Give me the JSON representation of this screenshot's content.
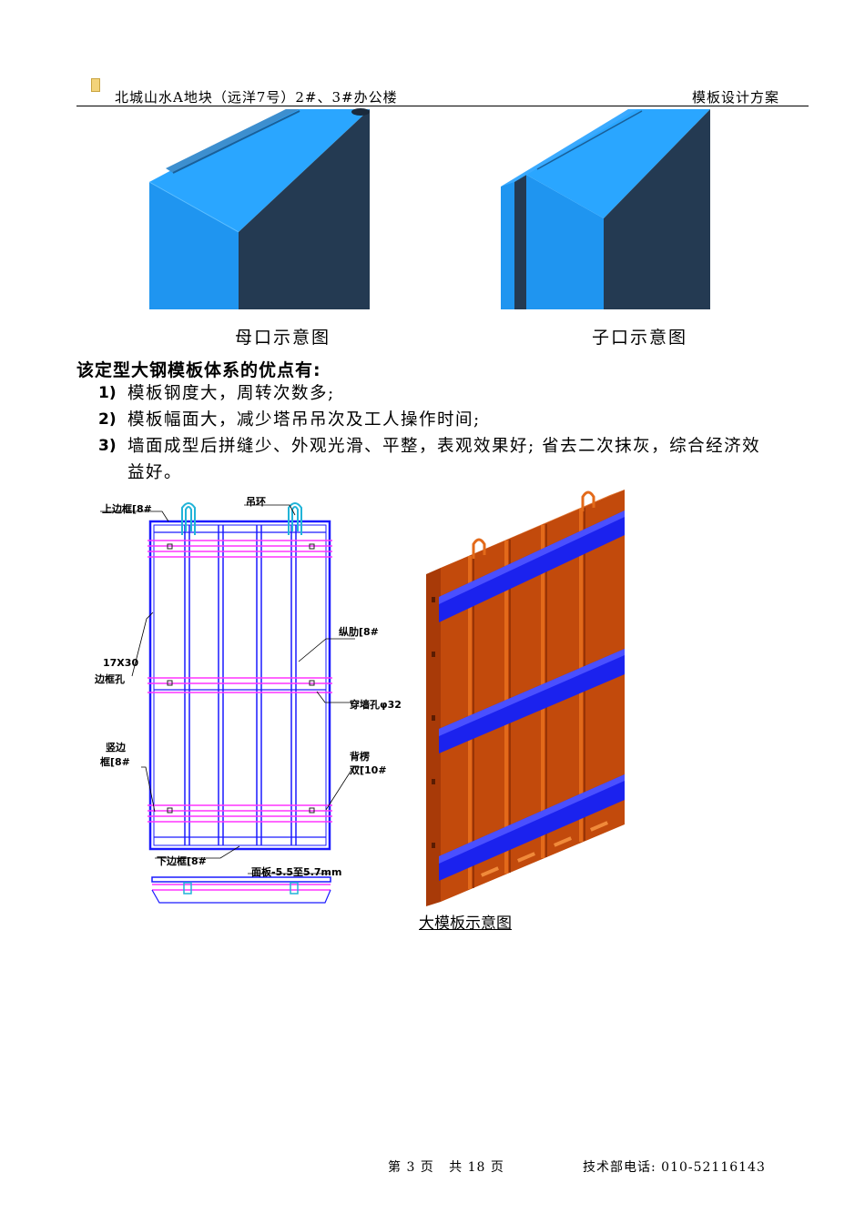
{
  "header": {
    "project_title": "北城山水A地块（远洋7号）2#、3#办公楼",
    "doc_title": "模板设计方案"
  },
  "figures": {
    "female_caption": "母口示意图",
    "male_caption": "子口示意图",
    "big_panel_caption": "大模板示意图"
  },
  "section": {
    "heading": "该定型大钢模板体系的优点有:",
    "items": [
      {
        "num": "1)",
        "text": "模板钢度大，周转次数多;"
      },
      {
        "num": "2)",
        "text": "模板幅面大，减少塔吊吊次及工人操作时间;"
      },
      {
        "num": "3)",
        "text": "墙面成型后拼缝少、外观光滑、平整，表观效果好; 省去二次抹灰，综合经济效",
        "cont": "益好。"
      }
    ]
  },
  "drawing_labels": {
    "top_frame": "上边框[8#",
    "lifting_ring": "吊环",
    "long_rib": "纵肋[8#",
    "hole_17x30_a": "17X30",
    "hole_17x30_b": "边框孔",
    "tie_hole": "穿墙孔φ32",
    "side_frame_a": "竖边",
    "side_frame_b": "框[8#",
    "back_purlin_a": "背楞",
    "back_purlin_b": "双[10#",
    "bottom_frame": "下边框[8#",
    "face_plate": "面板-5.5至5.7mm"
  },
  "footer": {
    "page_info": "第 3 页   共 18 页",
    "phone": "技术部电话: 010-52116143"
  },
  "colors": {
    "light_blue": "#1f95f0",
    "dark_navy": "#243a52",
    "frame_blue": "#1a1aff",
    "magenta": "#ff33ff",
    "cyan": "#21b4d8",
    "orange_face": "#c24a0c",
    "orange_edge": "#e36a1a",
    "purlin_blue": "#1b22ee"
  }
}
